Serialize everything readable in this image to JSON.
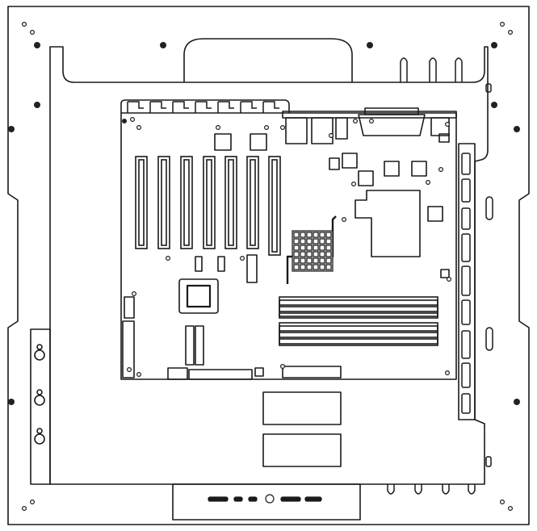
{
  "diagram": {
    "subject": "",
    "colors": {
      "line": "#1a1a1a",
      "fill": "#ffffff",
      "heatsink": "#cccccc",
      "screw": "#222222"
    },
    "components": {
      "expansion_slot_count": 7,
      "memory_slot_count": 6,
      "io_bracket_count": 7,
      "sticker_count": 2,
      "keyhole_count": 3
    }
  }
}
